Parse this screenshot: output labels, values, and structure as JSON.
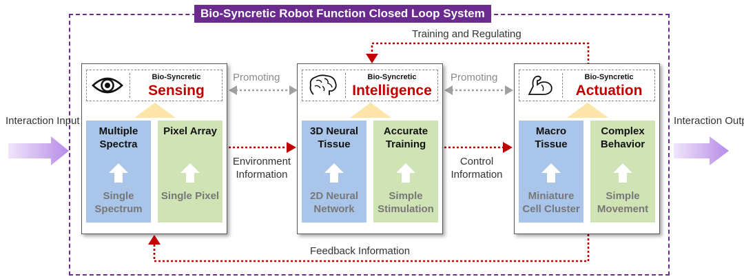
{
  "title": "Bio-Syncretic Robot Function Closed Loop System",
  "labels": {
    "interaction_input": "Interaction Input",
    "interaction_output": "Interaction Output",
    "training_regulating": "Training and Regulating",
    "promoting_left": "Promoting",
    "promoting_right": "Promoting",
    "environment_information": "Environment Information",
    "control_information": "Control Information",
    "feedback_information": "Feedback Information"
  },
  "modules": [
    {
      "key": "sensing",
      "icon": "eye-icon",
      "small_label": "Bio-Syncretic",
      "big_label": "Sensing",
      "left": {
        "top": "Multiple Spectra",
        "bottom": "Single Spectrum"
      },
      "right": {
        "top": "Pixel Array",
        "bottom": "Single Pixel"
      }
    },
    {
      "key": "intelligence",
      "icon": "brain-icon",
      "small_label": "Bio-Syncretic",
      "big_label": "Intelligence",
      "left": {
        "top": "3D Neural Tissue",
        "bottom": "2D Neural Network"
      },
      "right": {
        "top": "Accurate Training",
        "bottom": "Simple Stimulation"
      }
    },
    {
      "key": "actuation",
      "icon": "flexed-arm-icon",
      "small_label": "Bio-Syncretic",
      "big_label": "Actuation",
      "left": {
        "top": "Macro Tissue",
        "bottom": "Miniature Cell Cluster"
      },
      "right": {
        "top": "Complex Behavior",
        "bottom": "Simple Movement"
      }
    }
  ],
  "colors": {
    "frame_purple": "#6a2a8e",
    "accent_red": "#c00000",
    "flow_red": "#c00000",
    "promote_gray": "#a0a0a0",
    "blue_column": "#a9c6ea",
    "green_column": "#cfe3b4",
    "io_arrow": "#c9a6ee"
  }
}
